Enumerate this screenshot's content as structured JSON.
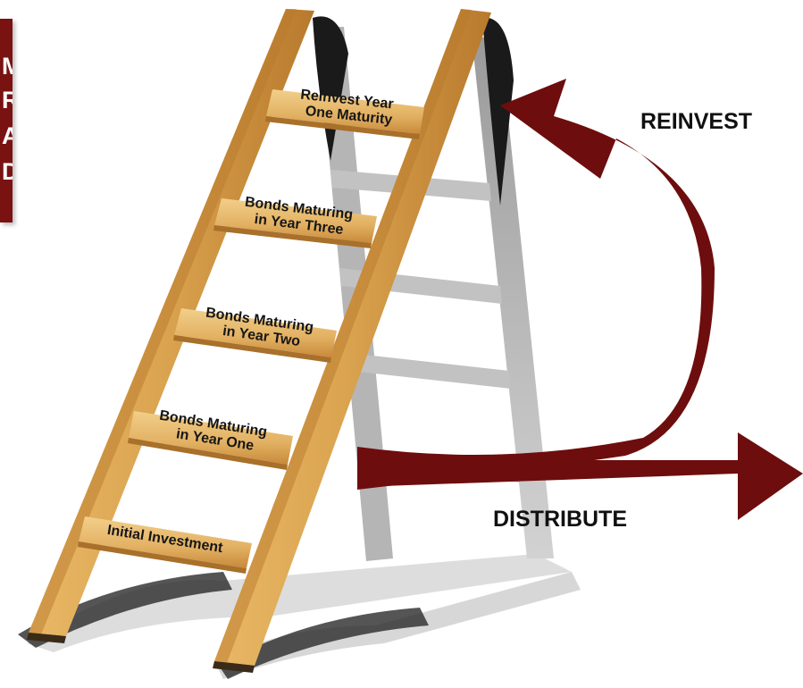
{
  "side_box": {
    "letters": [
      "M",
      "R",
      "A",
      "D"
    ],
    "color": "#7a1212"
  },
  "rungs": [
    {
      "line1": "Reinvest Year",
      "line2": "One Maturity"
    },
    {
      "line1": "Bonds Maturing",
      "line2": "in Year Three"
    },
    {
      "line1": "Bonds Maturing",
      "line2": "in Year Two"
    },
    {
      "line1": "Bonds Maturing",
      "line2": "in Year One"
    },
    {
      "line1": "Initial Investment",
      "line2": ""
    }
  ],
  "arrows": {
    "reinvest_label": "REINVEST",
    "distribute_label": "DISTRIBUTE",
    "color": "#6e0d0d"
  },
  "colors": {
    "wood": "#d9a24e",
    "wood_dark": "#b8792c",
    "shadow": "#c4c4c4"
  }
}
